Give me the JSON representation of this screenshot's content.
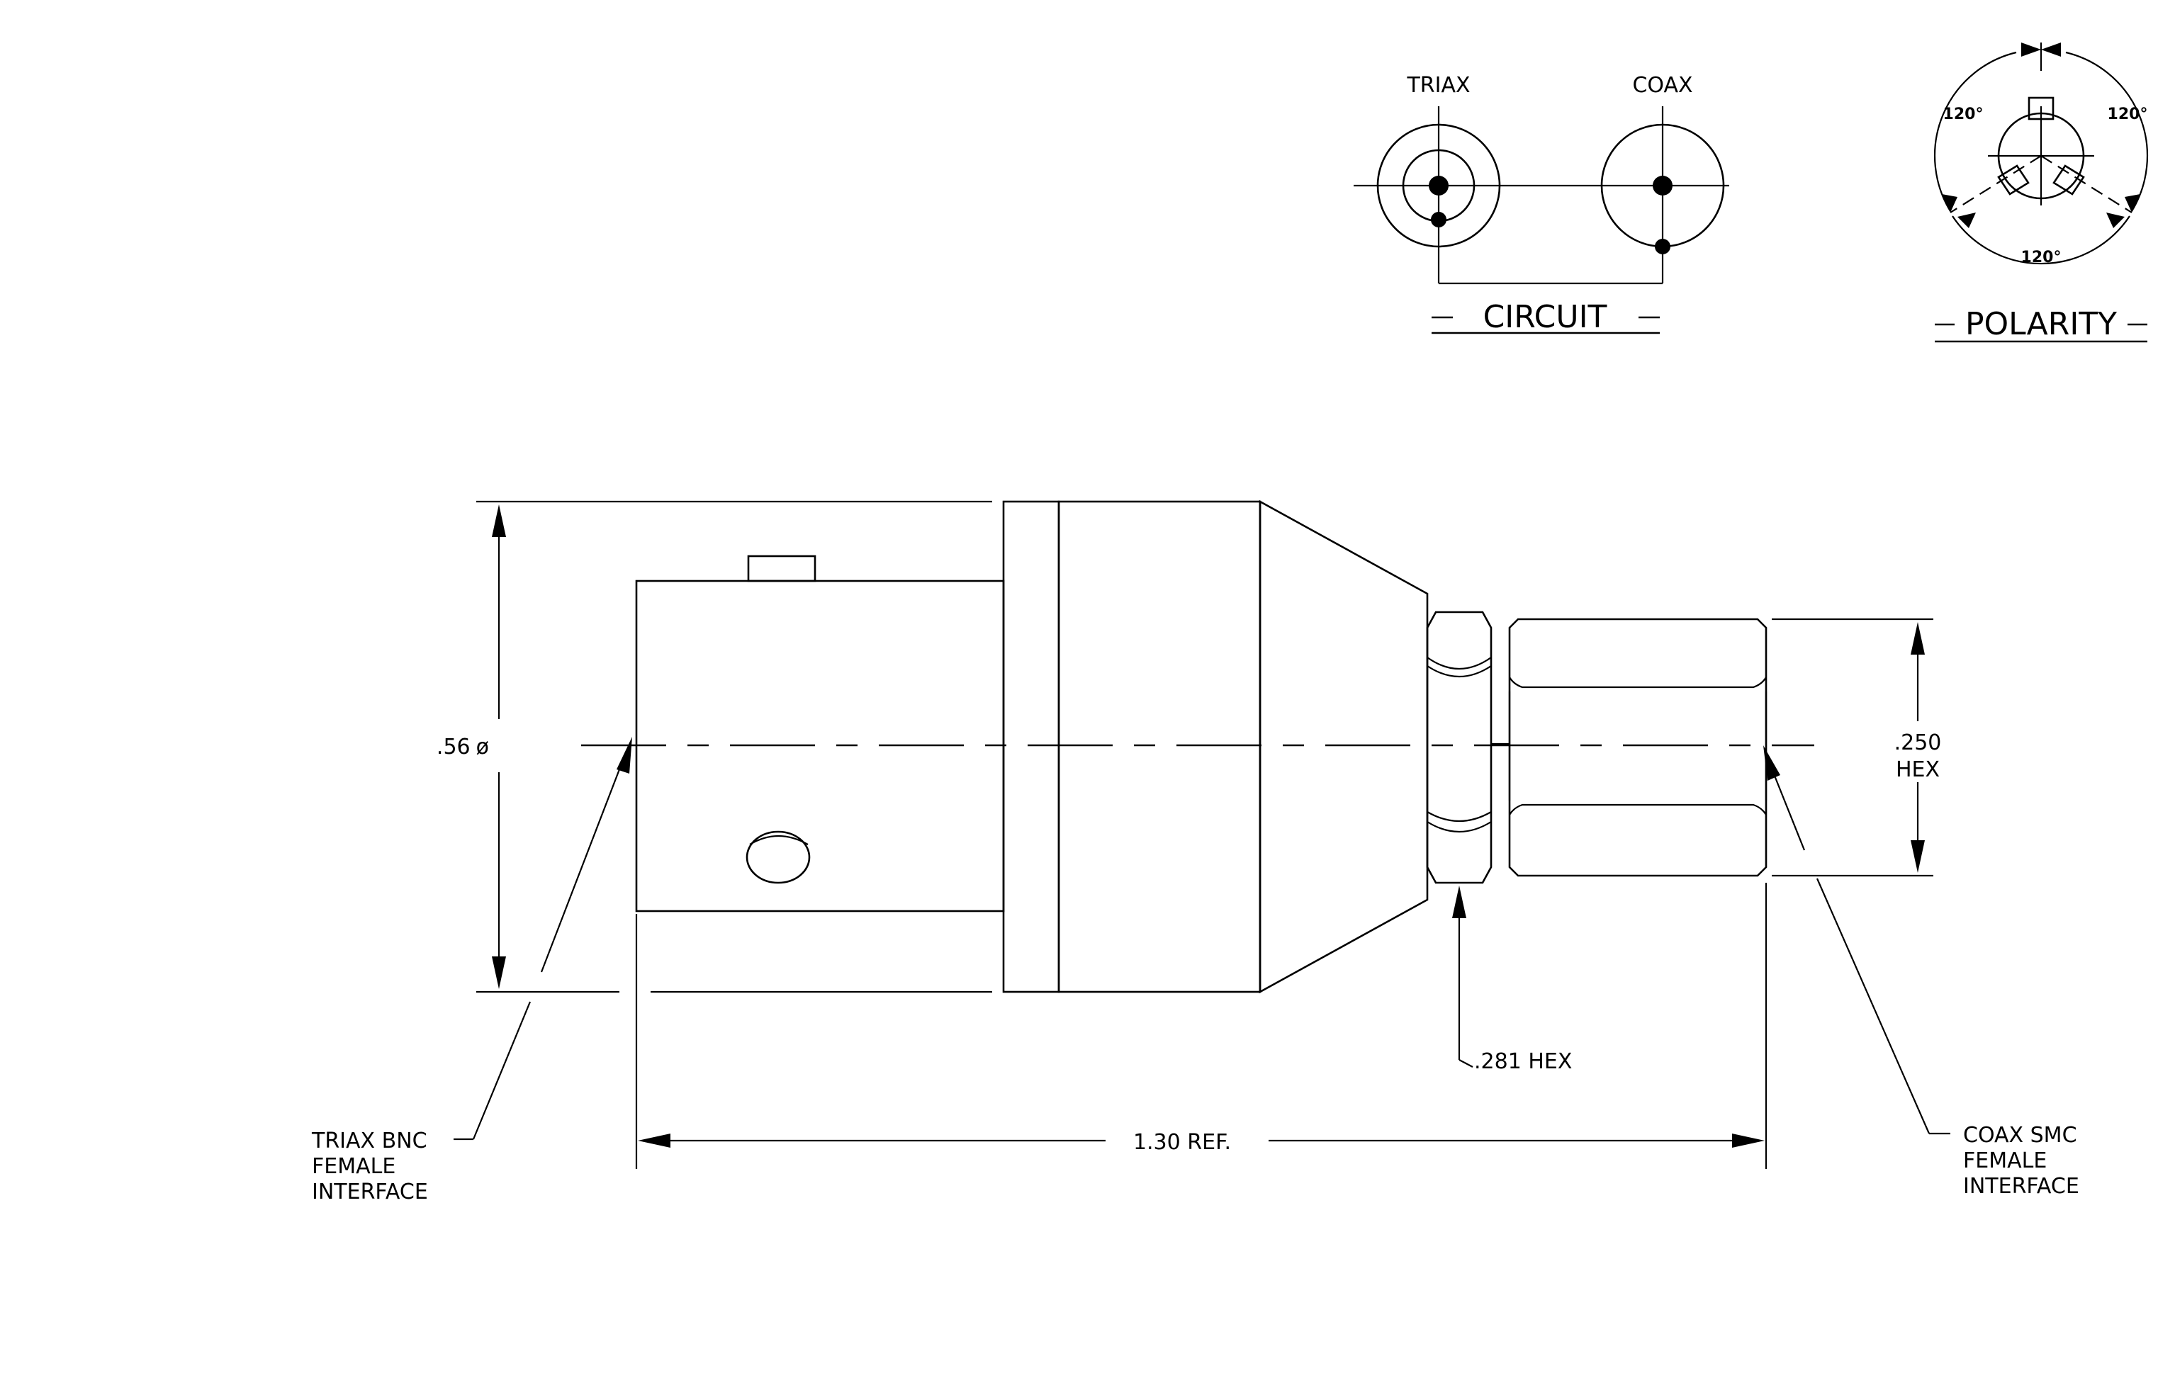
{
  "circuit": {
    "triax_label": "TRIAX",
    "coax_label": "COAX",
    "title": "CIRCUIT"
  },
  "polarity": {
    "title": "POLARITY",
    "angle_top_left": "120°",
    "angle_top_right": "120°",
    "angle_bottom": "120°"
  },
  "dimensions": {
    "diameter": ".56",
    "diameter_symbol": "ø",
    "hex_small_value": ".250",
    "hex_small_unit": "HEX",
    "hex_large": ".281  HEX",
    "length": "1.30  REF."
  },
  "callouts": {
    "left": [
      "TRIAX  BNC",
      "FEMALE",
      "INTERFACE"
    ],
    "right": [
      "COAX  SMC",
      "FEMALE",
      "INTERFACE"
    ]
  }
}
